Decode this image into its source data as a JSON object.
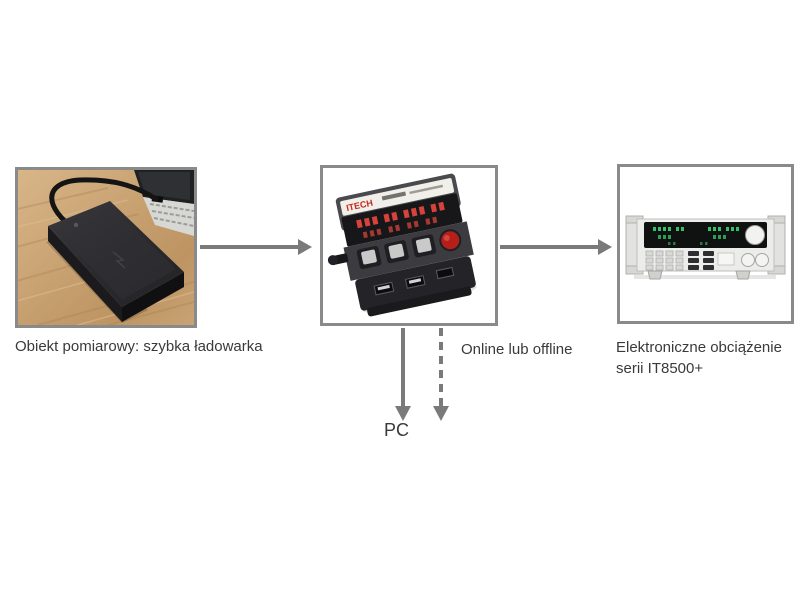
{
  "diagram": {
    "nodes": {
      "charger": {
        "label": "Obiekt pomiarowy: szybka ładowarka",
        "description": "fast charger photo on wooden desk connected to laptop"
      },
      "tester": {
        "brand": "ITECH",
        "description": "USB power tester in bordered box"
      },
      "load": {
        "label_line1": "Elektroniczne obciążenie",
        "label_line2": "serii IT8500+",
        "description": "electronic DC load instrument in bordered box"
      },
      "pc": {
        "label": "PC"
      }
    },
    "edges": {
      "connection_mode_label": "Online lub offline",
      "flow": [
        "charger→tester",
        "tester→load",
        "tester→pc solid",
        "tester→pc dashed"
      ]
    },
    "colors": {
      "arrow": "#7a7a7a",
      "box_border": "#8a8a8a",
      "label_text": "#3a3a3a",
      "brand_red": "#c8281e"
    }
  }
}
